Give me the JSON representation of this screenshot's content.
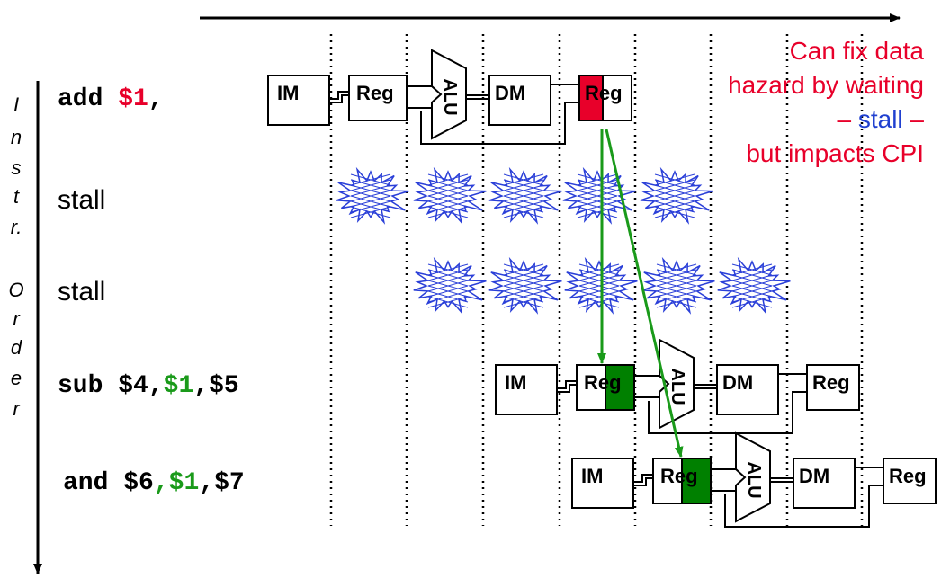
{
  "axis_label_letters": [
    "I",
    "n",
    "s",
    "t",
    "r.",
    "O",
    "r",
    "d",
    "e",
    "r"
  ],
  "instructions": [
    {
      "op": "add ",
      "reg1": "$1",
      "sep1": ",",
      "reg2": "",
      "sep2": "",
      "reg3": ""
    },
    {
      "op": "stall"
    },
    {
      "op": "stall"
    },
    {
      "op": "sub ",
      "reg1": "$4",
      "sep1": ",",
      "reg2": "$1",
      "sep2": ",",
      "reg3": "$5"
    },
    {
      "op": "and ",
      "reg1": "$6",
      "sep1": ",",
      "reg2": "$1",
      "sep2": ",",
      "reg3": "$7"
    }
  ],
  "stage_labels": {
    "im": "IM",
    "reg": "Reg",
    "alu": "ALU",
    "dm": "DM"
  },
  "note": {
    "line1": "Can fix data",
    "line2": "hazard by waiting",
    "line3_pre": "– ",
    "line3_word": "stall",
    "line3_post": " –",
    "line4": "but impacts CPI"
  },
  "colors": {
    "hazard_red": "#e8002a",
    "forward_green": "#1a9a1a",
    "stall_blue": "#2040d0",
    "register_fill_red": "#e8002a",
    "register_fill_green": "#008000",
    "bubble_blue": "#2a3fd8"
  }
}
